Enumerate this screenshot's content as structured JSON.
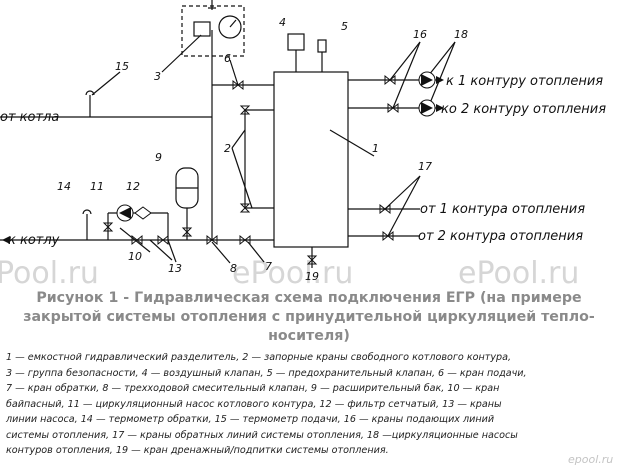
{
  "diagram": {
    "numbers": {
      "n1": "1",
      "n2": "2",
      "n3": "3",
      "n4": "4",
      "n5": "5",
      "n6": "6",
      "n7": "7",
      "n8": "8",
      "n9": "9",
      "n10": "10",
      "n11": "11",
      "n12": "12",
      "n13": "13",
      "n14": "14",
      "n15": "15",
      "n16": "16",
      "n17": "17",
      "n18": "18",
      "n19": "19"
    },
    "flows": {
      "from_boiler": "от котла",
      "to_boiler": "к котлу",
      "to_circuit_1": "к 1 контуру отопления",
      "to_circuit_2": "ко 2 контуру отопления",
      "from_circuit_1": "от 1 контура отопления",
      "from_circuit_2": "от 2 контура отопления"
    },
    "watermarks": {
      "left": "Pool.ru",
      "middle": "ePool.ru",
      "right": "ePool.ru",
      "corner": "epool.ru"
    }
  },
  "caption": {
    "line1": "Рисунок 1 - Гидравлическая схема подключения ЕГР (на примере",
    "line2": "закрытой системы отопления с принудительной циркуляцией тепло-",
    "line3": "носителя)"
  },
  "legend": {
    "line1": "1 — емкостной гидравлический разделитель, 2 — запорные краны свободного котлового контура,",
    "line2": "3 — группа безопасности, 4 — воздушный клапан, 5 — предохранительный клапан, 6 — кран подачи,",
    "line3": "7 — кран обратки, 8 — трехходовой смесительный клапан, 9 — расширительный бак, 10 — кран",
    "line4": "байпасный, 11 — циркуляционный насос котлового контура, 12 — фильтр сетчатый, 13 — краны",
    "line5": "линии насоса, 14 — термометр обратки, 15 — термометр подачи, 16 — краны подающих линий",
    "line6": "системы отопления, 17 — краны обратных линий системы отопления, 18 —циркуляционные насосы",
    "line7": "контуров отопления, 19 — кран дренажный/подпитки системы отопления."
  }
}
